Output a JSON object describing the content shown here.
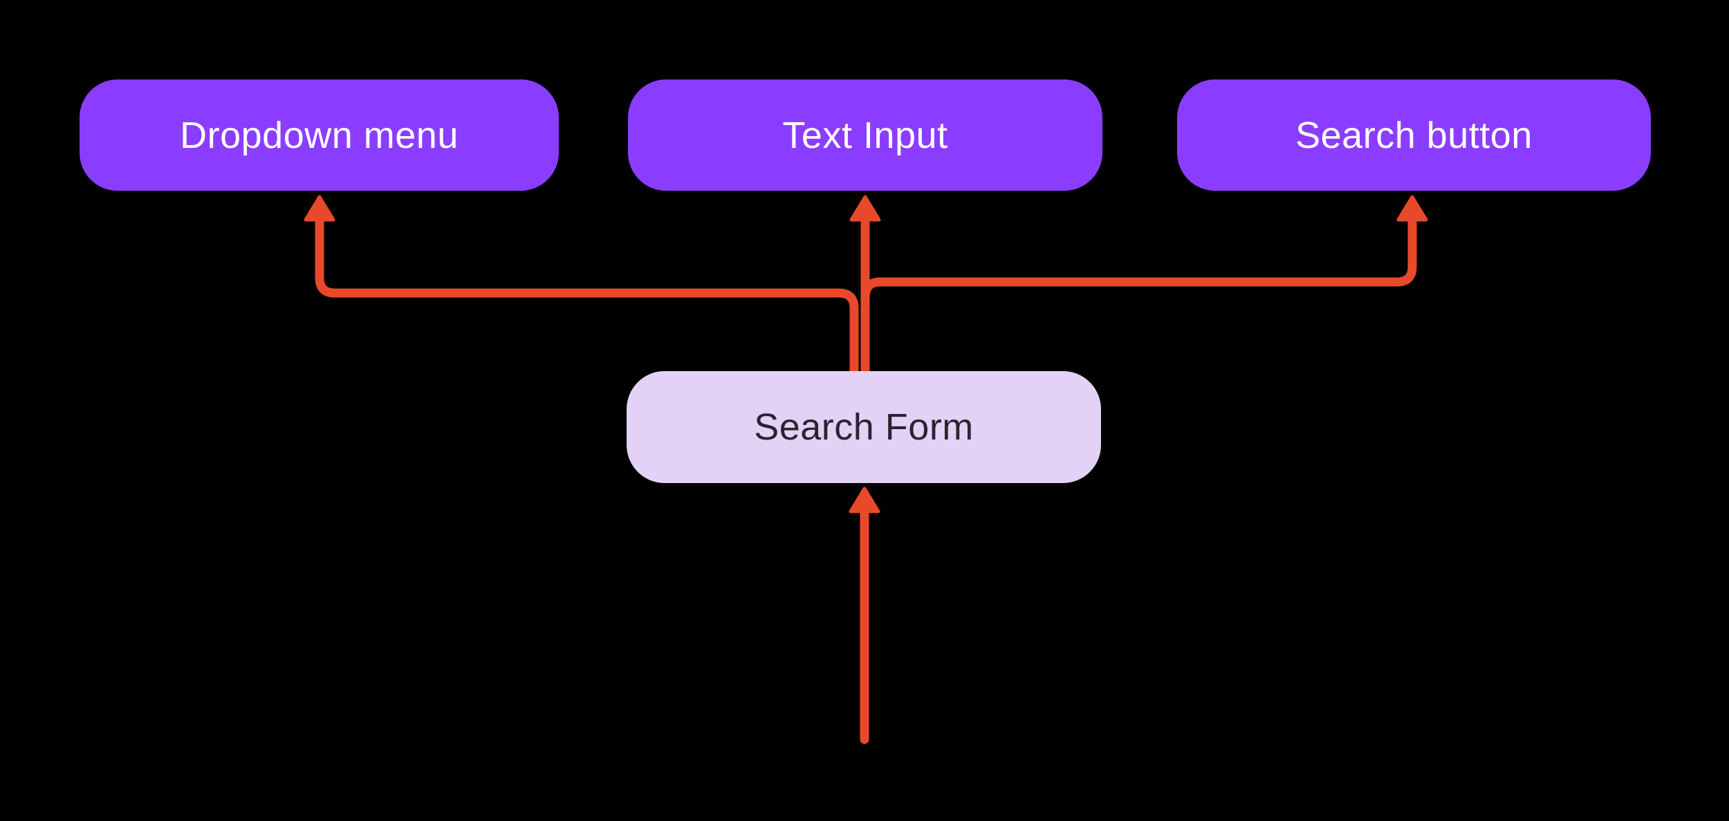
{
  "canvas": {
    "kind": "flowchart",
    "background_color": "#000000"
  },
  "colors": {
    "child_node_fill": "#8b3dff",
    "child_node_text": "#ffffff",
    "parent_node_fill": "#e3d1f6",
    "parent_node_text": "#29252e",
    "connector": "#e8492a"
  },
  "nodes": {
    "dropdown": {
      "label": "Dropdown menu"
    },
    "text_input": {
      "label": "Text Input"
    },
    "search_button": {
      "label": "Search button"
    },
    "search_form": {
      "label": "Search Form"
    }
  },
  "edges": [
    {
      "from": "search_form",
      "to": "dropdown",
      "style": "elbow-arrow"
    },
    {
      "from": "search_form",
      "to": "text_input",
      "style": "straight-arrow"
    },
    {
      "from": "search_form",
      "to": "search_button",
      "style": "elbow-arrow"
    },
    {
      "from": "offscreen_bottom",
      "to": "search_form",
      "style": "straight-arrow"
    }
  ]
}
